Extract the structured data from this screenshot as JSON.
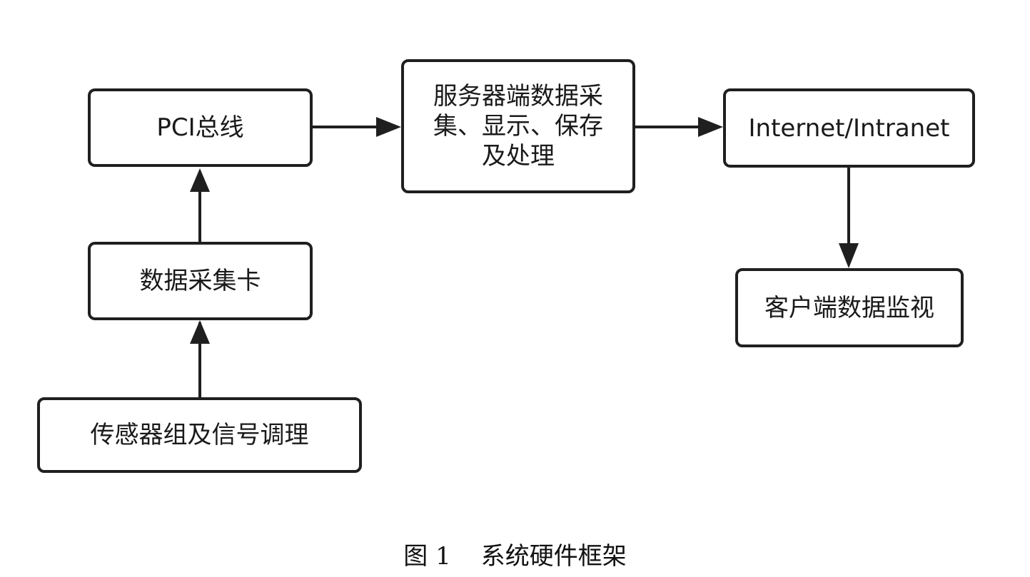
{
  "nodes": {
    "pci_bus": "PCI总线",
    "daq_card": "数据采集卡",
    "sensor_group": "传感器组及信号调理",
    "server": "服务器端数据采集、显示、保存及处理",
    "network": "Internet/Intranet",
    "client": "客户端数据监视"
  },
  "caption": {
    "label": "图 1",
    "title": "系统硬件框架"
  },
  "colors": {
    "stroke": "#1f1f1f",
    "background": "#ffffff"
  }
}
